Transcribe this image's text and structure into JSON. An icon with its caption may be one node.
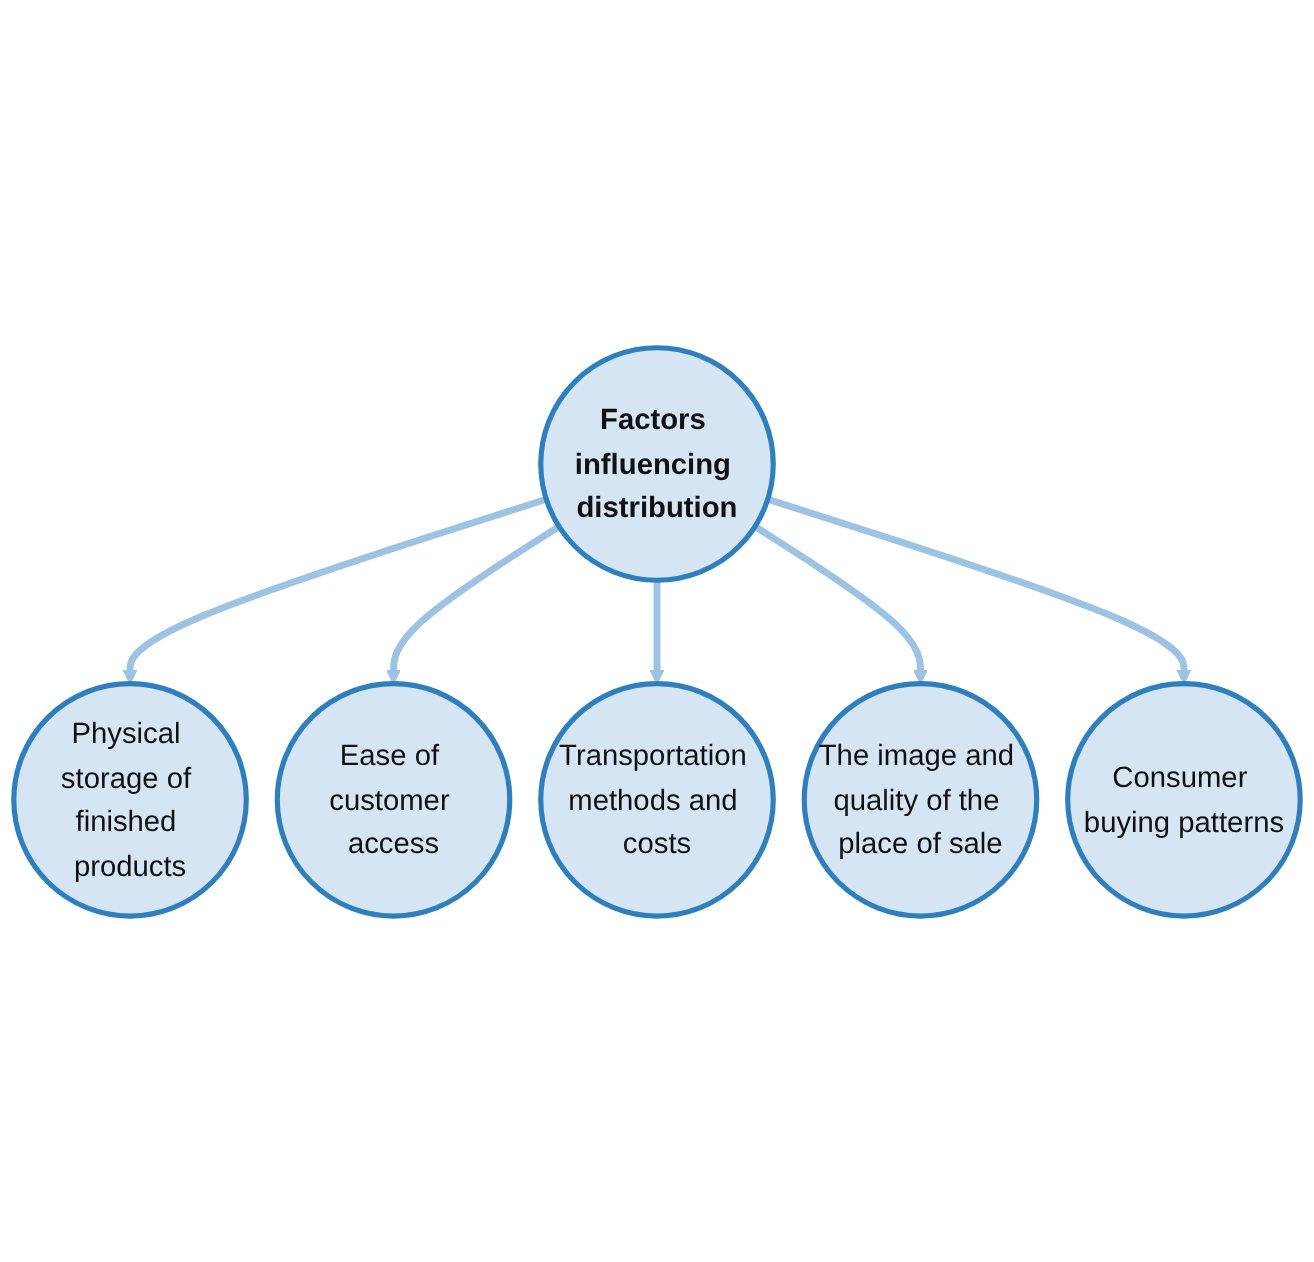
{
  "diagram": {
    "nodes": [
      {
        "text": [
          "Factors influencing distribution"
        ]
      },
      {
        "text": [
          "Physical storage of finished products"
        ]
      },
      {
        "text": [
          "Ease of customer access"
        ]
      },
      {
        "text": [
          "Transportation methods and costs"
        ]
      },
      {
        "text": [
          "The image and quality of the place of sale"
        ]
      },
      {
        "text": [
          "Consumer buying patterns"
        ]
      }
    ],
    "edges": [
      {
        "from": 0,
        "to": 1,
        "arrow": "to"
      },
      {
        "from": 0,
        "to": 2,
        "arrow": "to"
      },
      {
        "from": 0,
        "to": 3,
        "arrow": "to"
      },
      {
        "from": 0,
        "to": 4,
        "arrow": "to"
      },
      {
        "from": 0,
        "to": 5,
        "arrow": "to"
      }
    ]
  }
}
